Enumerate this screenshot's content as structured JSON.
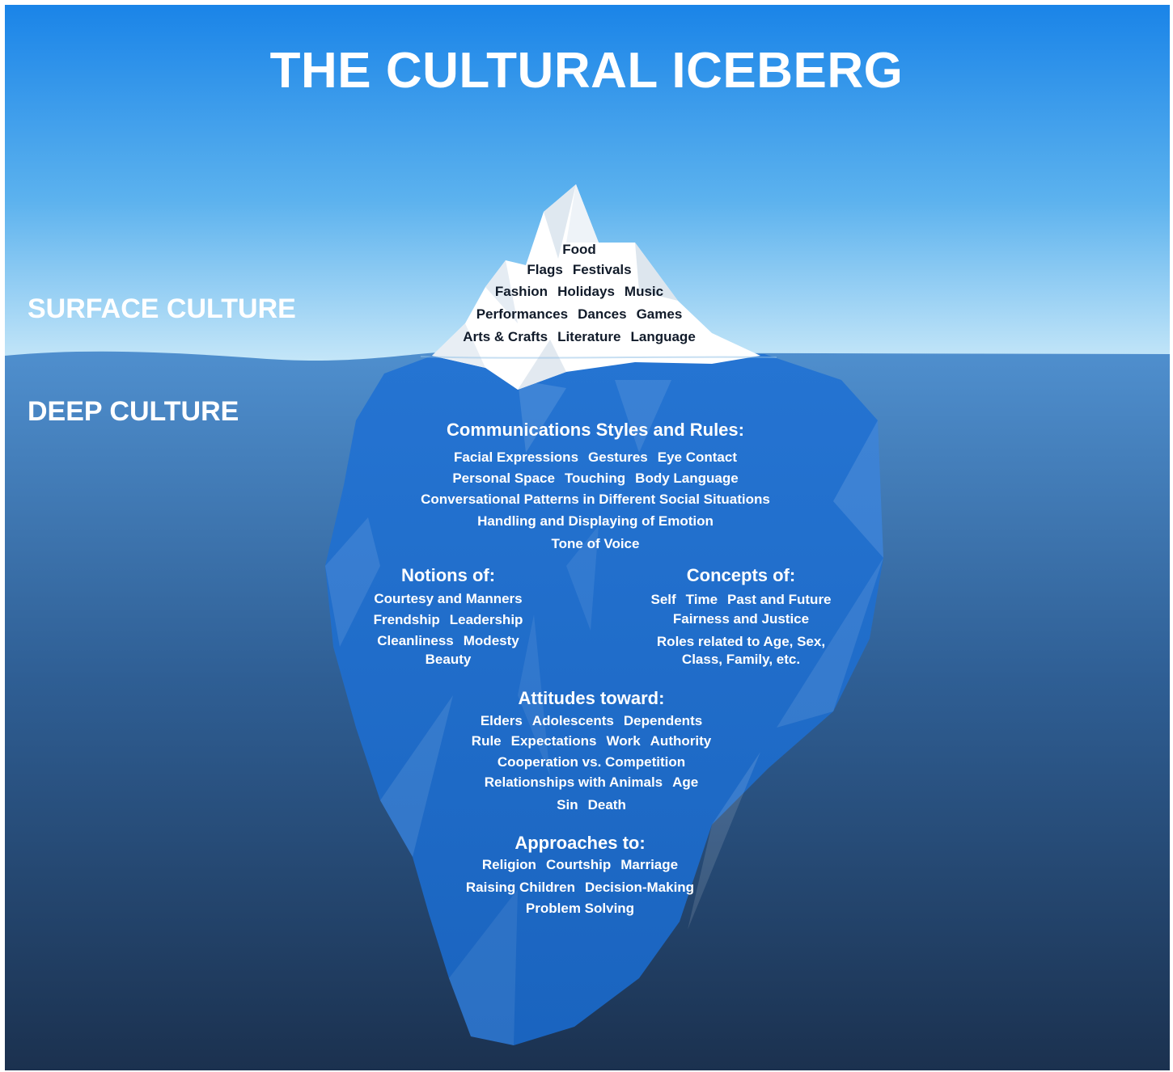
{
  "title": "THE CULTURAL ICEBERG",
  "zones": {
    "surface": "SURFACE CULTURE",
    "deep": "DEEP CULTURE"
  },
  "surface_items": [
    [
      "Food"
    ],
    [
      "Flags",
      "Festivals"
    ],
    [
      "Fashion",
      "Holidays",
      "Music"
    ],
    [
      "Performances",
      "Dances",
      "Games"
    ],
    [
      "Arts & Crafts",
      "Literature",
      "Language"
    ]
  ],
  "communication": {
    "heading": "Communications Styles and Rules:",
    "lines": [
      [
        "Facial Expressions",
        "Gestures",
        "Eye Contact"
      ],
      [
        "Personal Space",
        "Touching",
        "Body Language"
      ],
      [
        "Conversational Patterns in Different Social Situations"
      ],
      [
        "Handling and Displaying of Emotion"
      ],
      [
        "Tone of Voice"
      ]
    ]
  },
  "notions": {
    "heading": "Notions of:",
    "lines": [
      [
        "Courtesy and Manners"
      ],
      [
        "Frendship",
        "Leadership"
      ],
      [
        "Cleanliness",
        "Modesty"
      ],
      [
        "Beauty"
      ]
    ]
  },
  "concepts": {
    "heading": "Concepts of:",
    "lines": [
      [
        "Self",
        "Time",
        "Past and Future"
      ],
      [
        "Fairness and Justice"
      ],
      [
        "Roles related to Age, Sex,"
      ],
      [
        "Class, Family, etc."
      ]
    ]
  },
  "attitudes": {
    "heading": "Attitudes toward:",
    "lines": [
      [
        "Elders",
        "Adolescents",
        "Dependents"
      ],
      [
        "Rule",
        "Expectations",
        "Work",
        "Authority"
      ],
      [
        "Cooperation vs. Competition"
      ],
      [
        "Relationships with Animals",
        "Age"
      ],
      [
        "Sin",
        "Death"
      ]
    ]
  },
  "approaches": {
    "heading": "Approaches to:",
    "lines": [
      [
        "Religion",
        "Courtship",
        "Marriage"
      ],
      [
        "Raising Children",
        "Decision-Making"
      ],
      [
        "Problem Solving"
      ]
    ]
  },
  "colors": {
    "sky_top": "#1e88e5",
    "sky_bottom": "#bfe3f7",
    "sea_top": "#4f8fcc",
    "sea_bottom": "#1c3553",
    "berg_deep": "#1e6ec9",
    "ice": "#ffffff"
  }
}
